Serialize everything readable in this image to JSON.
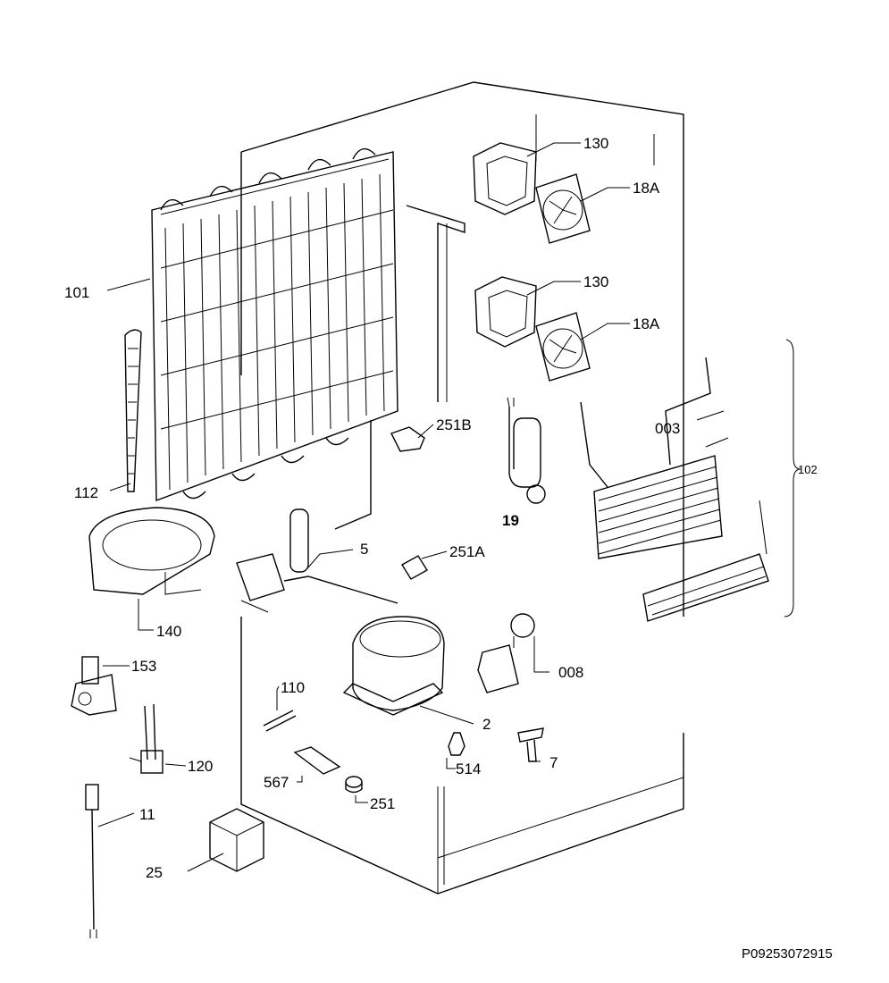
{
  "labels": {
    "p101": "101",
    "p112": "112",
    "p140": "140",
    "p153": "153",
    "p120": "120",
    "p11": "11",
    "p25": "25",
    "p130a": "130",
    "p18a": "18A",
    "p130b": "130",
    "p18b": "18A",
    "p251b": "251B",
    "p19": "19",
    "p003": "003",
    "p102": "102",
    "p5": "5",
    "p251a": "251A",
    "p110": "110",
    "p008": "008",
    "p2": "2",
    "p514": "514",
    "p7": "7",
    "p567": "567",
    "p251": "251"
  },
  "document_code": "P09253072915"
}
